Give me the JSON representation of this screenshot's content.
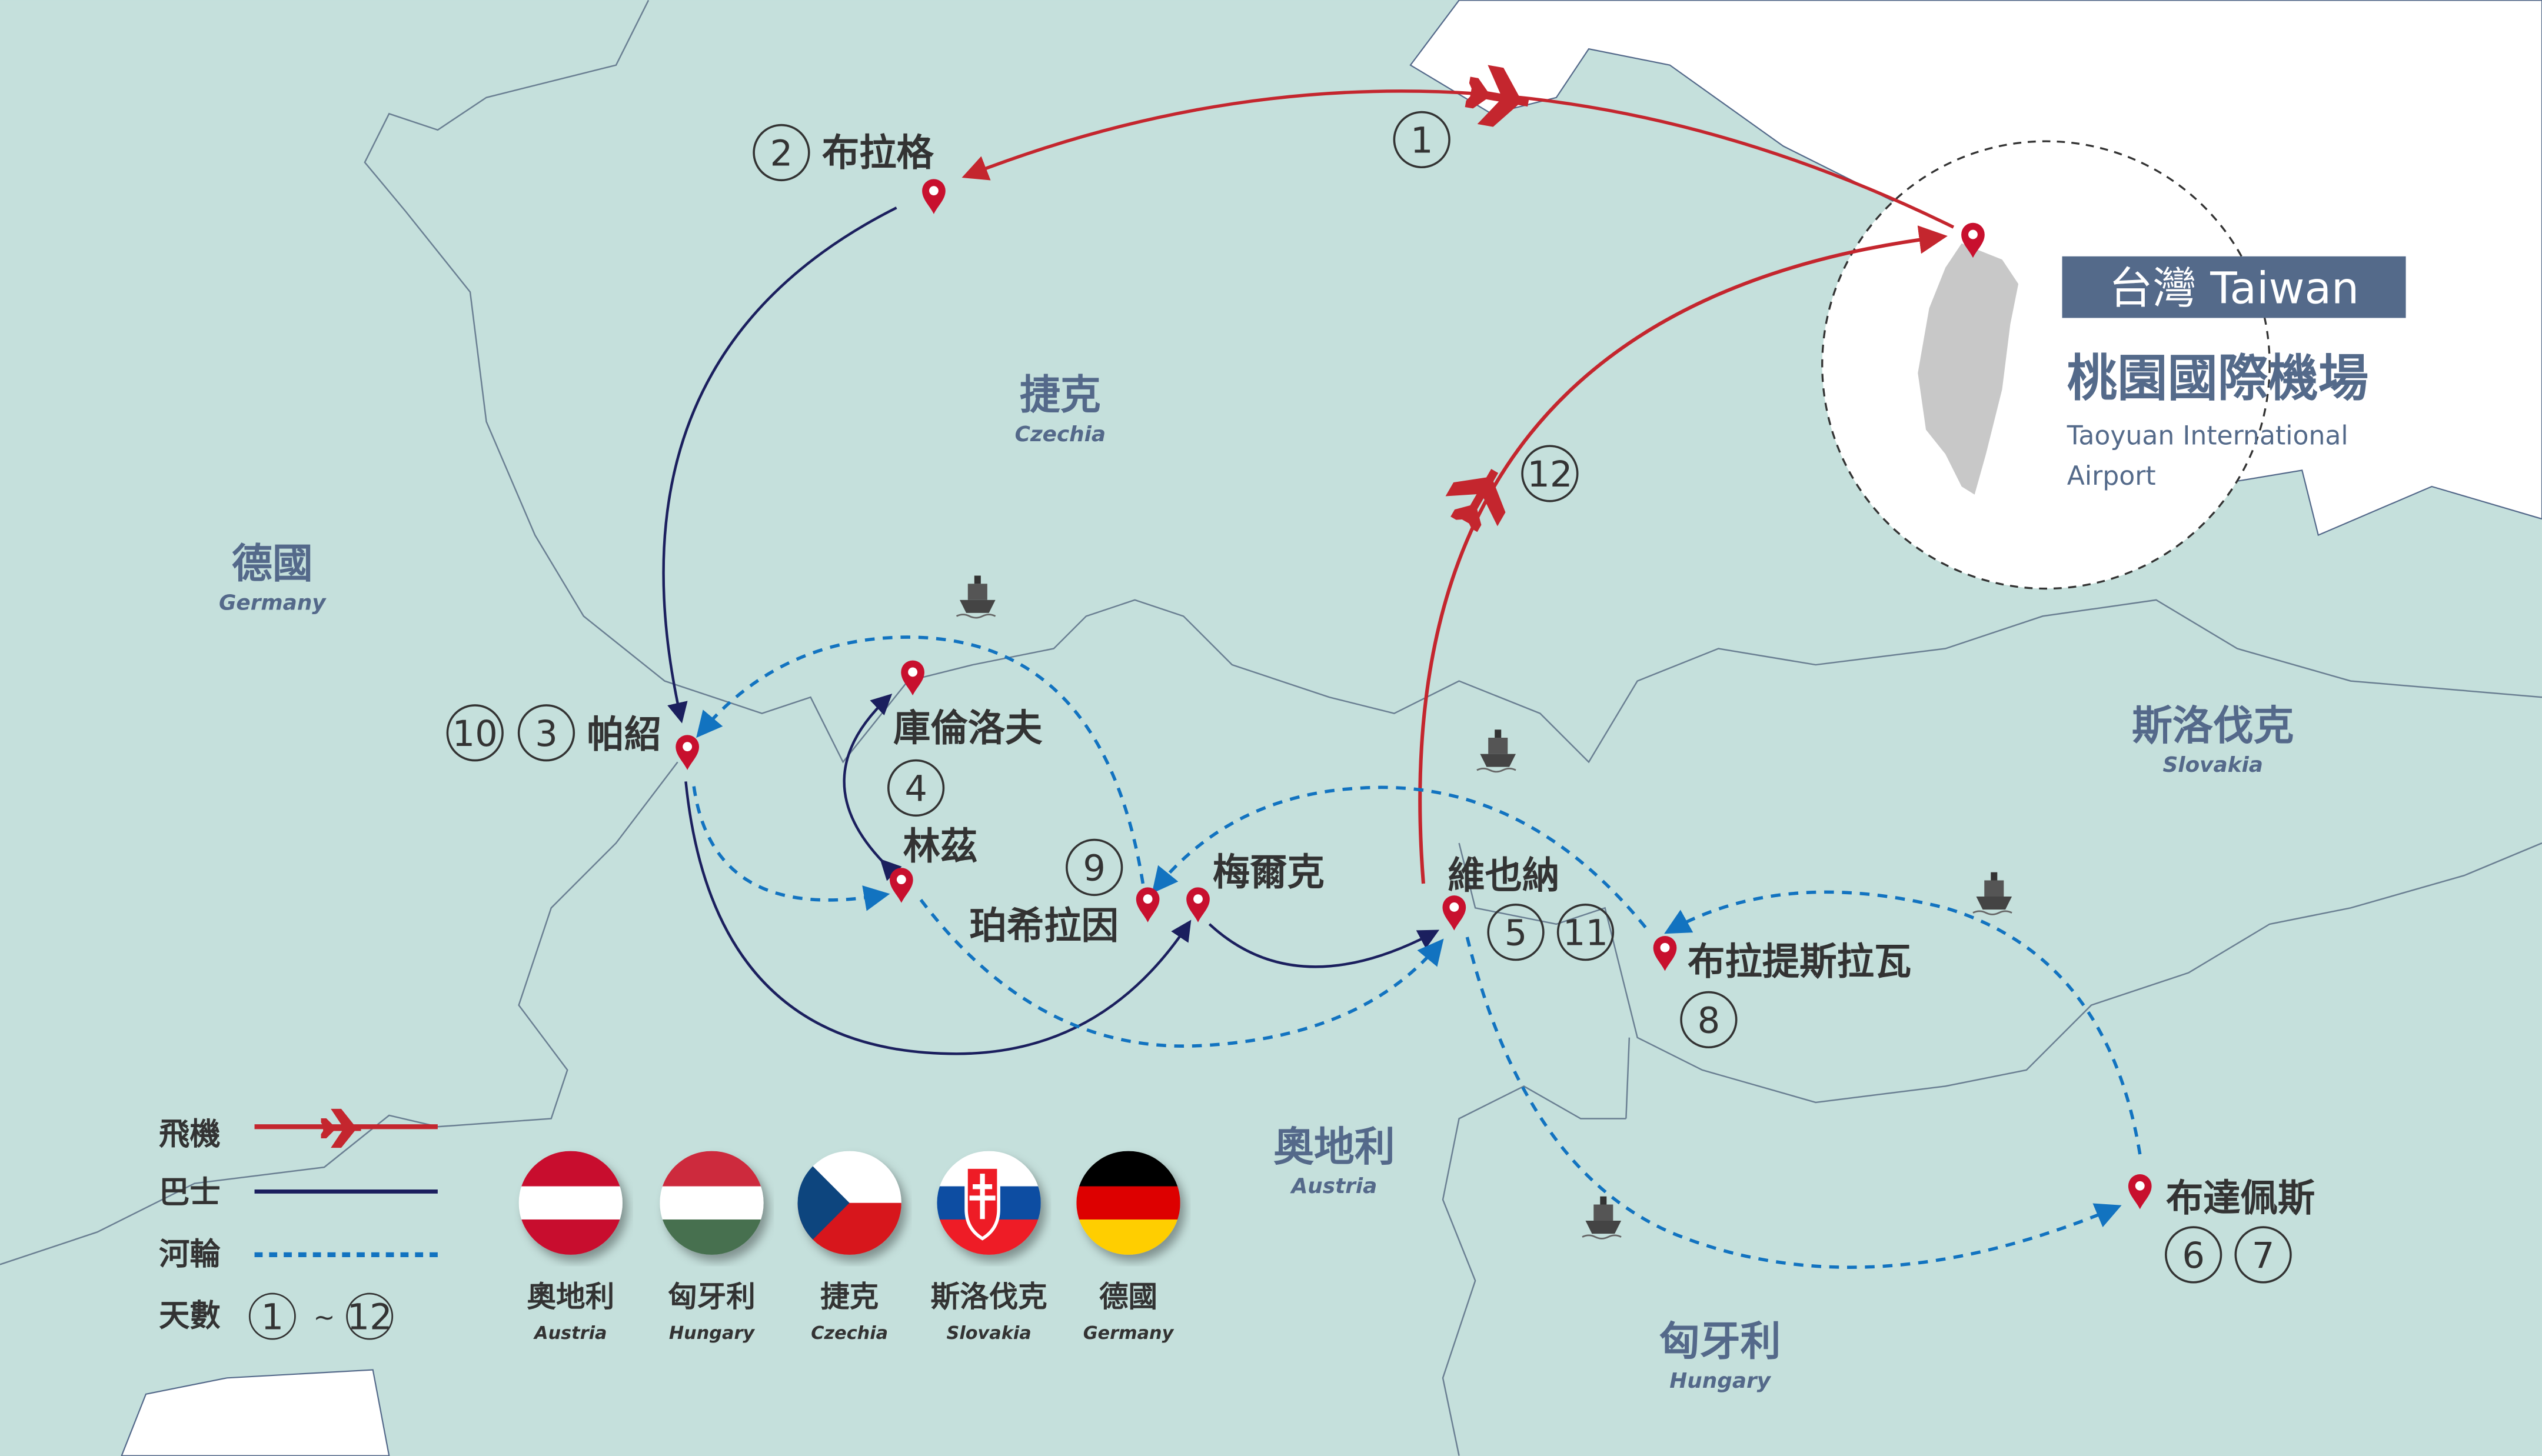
{
  "colors": {
    "sea": "#c5e0dc",
    "plane": "#c4262e",
    "bus": "#1b1f5e",
    "river": "#1273c0",
    "pin": "#c8102e",
    "label_box": "#546a8a"
  },
  "airport": {
    "badge": "台灣 Taiwan",
    "name_zh": "桃園國際機場",
    "name_en_1": "Taoyuan International",
    "name_en_2": "Airport"
  },
  "countries": [
    {
      "zh": "捷克",
      "en": "Czechia"
    },
    {
      "zh": "德國",
      "en": "Germany"
    },
    {
      "zh": "斯洛伐克",
      "en": "Slovakia"
    },
    {
      "zh": "奧地利",
      "en": "Austria"
    },
    {
      "zh": "匈牙利",
      "en": "Hungary"
    }
  ],
  "cities": [
    {
      "name": "布拉格",
      "days": [
        "2"
      ]
    },
    {
      "name": "帕紹",
      "days": [
        "10",
        "3"
      ]
    },
    {
      "name": "庫倫洛夫",
      "days": [
        "4"
      ]
    },
    {
      "name": "林茲",
      "days": []
    },
    {
      "name": "珀希拉因",
      "days": [
        "9"
      ]
    },
    {
      "name": "梅爾克",
      "days": []
    },
    {
      "name": "維也納",
      "days": [
        "5",
        "11"
      ]
    },
    {
      "name": "布拉提斯拉瓦",
      "days": [
        "8"
      ]
    },
    {
      "name": "布達佩斯",
      "days": [
        "6",
        "7"
      ]
    }
  ],
  "flight_days": [
    "1",
    "12"
  ],
  "legend": {
    "plane": "飛機",
    "bus": "巴士",
    "river": "河輪",
    "days": "天數",
    "day_from": "1",
    "tilde": "~",
    "day_to": "12"
  },
  "flags": [
    {
      "zh": "奧地利",
      "en": "Austria",
      "icon": "austria-flag-icon"
    },
    {
      "zh": "匈牙利",
      "en": "Hungary",
      "icon": "hungary-flag-icon"
    },
    {
      "zh": "捷克",
      "en": "Czechia",
      "icon": "czechia-flag-icon"
    },
    {
      "zh": "斯洛伐克",
      "en": "Slovakia",
      "icon": "slovakia-flag-icon"
    },
    {
      "zh": "德國",
      "en": "Germany",
      "icon": "germany-flag-icon"
    }
  ]
}
